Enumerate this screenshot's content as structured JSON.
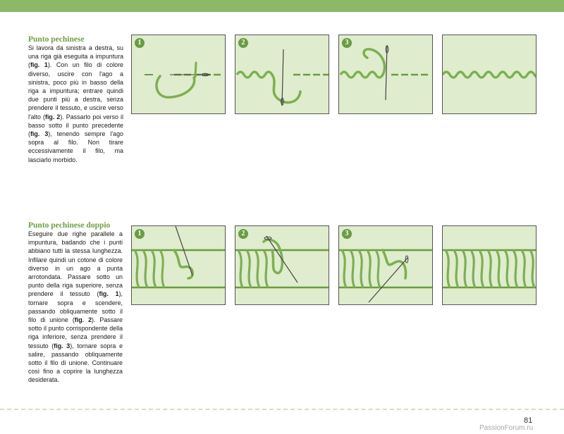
{
  "section1": {
    "title": "Punto pechinese",
    "text_parts": [
      "Si lavora da sinistra a destra, su una riga già eseguita a impuntura (",
      "fig. 1",
      "). Con un filo di colore diverso, uscire con l'ago a sinistra, poco più in basso della riga a impuntura; entrare quindi due punti più a destra, senza prendere il tessuto, e uscire verso l'alto (",
      "fig. 2",
      "). Passarlo poi verso il basso sotto il punto precedente (",
      "fig. 3",
      "), tenendo sempre l'ago sopra al filo. Non tirare eccessivamente il filo, ma lasciarlo morbido."
    ],
    "figures": [
      "1",
      "2",
      "3",
      ""
    ]
  },
  "section2": {
    "title": "Punto pechinese doppio",
    "text_parts": [
      "Eseguire due righe parallele a impuntura, badando che i punti abbiano tutti la stessa lunghezza. Infilare quindi un cotone di colore diverso in un ago a punta arrotondata. Passare sotto un punto della riga superiore, senza prendere il tessuto (",
      "fig. 1",
      "), tornare sopra e scendere, passando obliquamente sotto il filo di unione (",
      "fig. 2",
      "). Passare sotto il punto corrispondente della riga inferiore, senza prendere il tessuto (",
      "fig. 3",
      "), tornare sopra e salire, passando obliquamente sotto il filo di unione. Continuare così fino a coprire la lunghezza desiderata."
    ],
    "figures": [
      "1",
      "2",
      "3",
      ""
    ]
  },
  "colors": {
    "accent": "#8cb868",
    "title_green": "#6ea044",
    "panel_bg": "#dfeccd",
    "thread": "#7daf52",
    "number_badge": "#6a9c42"
  },
  "footer": {
    "page_number": "81",
    "watermark": "PassionForum.ru"
  }
}
